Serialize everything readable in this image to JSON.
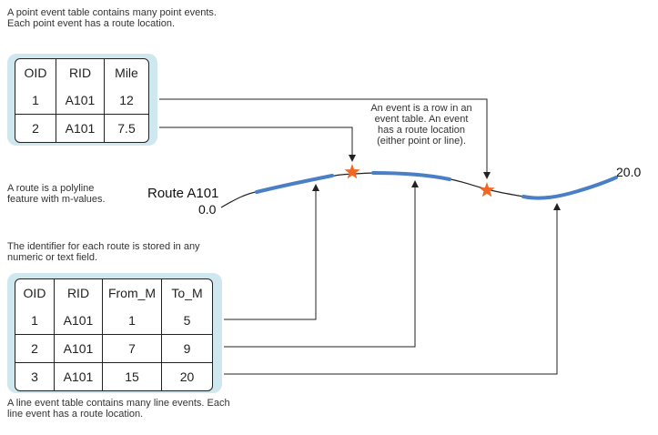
{
  "notes": {
    "point_table_note": "A point event table contains many point events. Each point event has a route location.",
    "route_note": "A route is a polyline feature with m-values.",
    "identifier_note": "The identifier for each route is stored in any numeric or text field.",
    "line_table_note": "A line event table contains many line events. Each line event has a route location.",
    "event_callout": "An event is a row in an event table. An event has a route location (either point or line)."
  },
  "route": {
    "label": "Route A101",
    "start_m": "0.0",
    "end_m": "20.0"
  },
  "point_table": {
    "headers": [
      "OID",
      "RID",
      "Mile"
    ],
    "rows": [
      [
        "1",
        "A101",
        "12"
      ],
      [
        "2",
        "A101",
        "7.5"
      ]
    ]
  },
  "line_table": {
    "headers": [
      "OID",
      "RID",
      "From_M",
      "To_M"
    ],
    "rows": [
      [
        "1",
        "A101",
        "1",
        "5"
      ],
      [
        "2",
        "A101",
        "7",
        "9"
      ],
      [
        "3",
        "A101",
        "15",
        "20"
      ]
    ]
  },
  "colors": {
    "panel": "#cfe8ef",
    "route_segment": "#4a7fc6",
    "event_star": "#f26522"
  }
}
